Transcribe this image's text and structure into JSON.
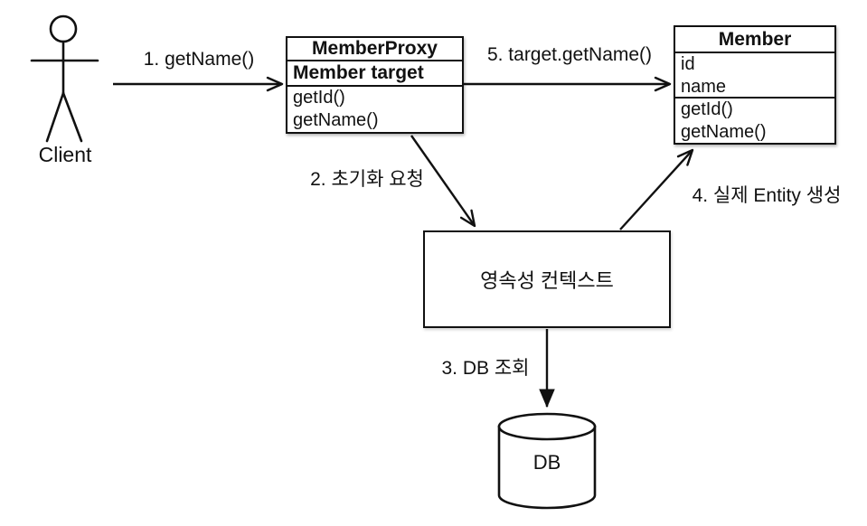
{
  "actor": {
    "label": "Client"
  },
  "proxy_class": {
    "title": "MemberProxy",
    "attribute": "Member target",
    "methods": [
      "getId()",
      "getName()"
    ]
  },
  "member_class": {
    "title": "Member",
    "attributes": [
      "id",
      "name"
    ],
    "methods": [
      "getId()",
      "getName()"
    ]
  },
  "persistence_context": {
    "label": "영속성 컨텍스트"
  },
  "database": {
    "label": "DB"
  },
  "arrows": {
    "step1": {
      "label": "1. getName()"
    },
    "step2": {
      "label": "2. 초기화 요청"
    },
    "step3": {
      "label": "3. DB 조회"
    },
    "step4": {
      "label": "4. 실제 Entity 생성"
    },
    "step5": {
      "label": "5. target.getName()"
    }
  },
  "colors": {
    "line": "#111111",
    "background": "#ffffff"
  }
}
